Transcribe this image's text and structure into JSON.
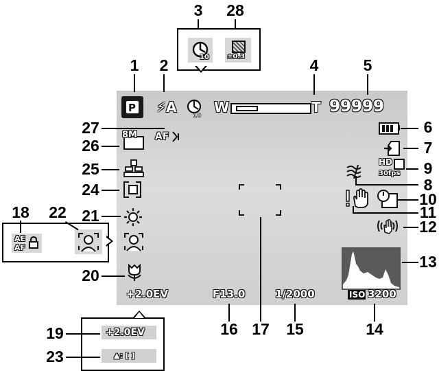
{
  "screen": {
    "mode_letter": "P",
    "flash": "⚡A",
    "self_timer": "⏲",
    "zoom_wide": "W",
    "zoom_tele": "T",
    "shots_remaining": "99999",
    "af_label": "AF",
    "resolution": "8M",
    "ev_value": "+2.0EV",
    "aperture": "F13.0",
    "shutter": "1/2000",
    "iso_label": "ISO",
    "iso_value": "3200",
    "video_hd": "HD",
    "video_fps": "30fps",
    "icons": [
      "mode-p-icon",
      "flash-auto-icon",
      "self-timer-icon",
      "zoom-bar",
      "battery-icon",
      "memory-card-icon",
      "video-resolution-icon",
      "wind-cut-icon",
      "date-imprint-icon",
      "shake-warning-icon",
      "anti-shake-icon",
      "histogram",
      "af-area-icon",
      "resolution-icon",
      "quality-icon",
      "metering-icon",
      "white-balance-icon",
      "face-detect-icon",
      "macro-icon",
      "focus-frame"
    ]
  },
  "top_callout": {
    "timer_sub": "10",
    "bracket_value": "±0.3"
  },
  "left_callout": {
    "ae": "AE",
    "af": "AF"
  },
  "bottom_callout": {
    "ev_value": "+2.0EV",
    "ev_area": "▲: [ ]"
  },
  "labels": {
    "n1": "1",
    "n2": "2",
    "n3": "3",
    "n4": "4",
    "n5": "5",
    "n6": "6",
    "n7": "7",
    "n8": "8",
    "n9": "9",
    "n10": "10",
    "n11": "11",
    "n12": "12",
    "n13": "13",
    "n14": "14",
    "n15": "15",
    "n16": "16",
    "n17": "17",
    "n18": "18",
    "n19": "19",
    "n20": "20",
    "n21": "21",
    "n22": "22",
    "n23": "23",
    "n24": "24",
    "n25": "25",
    "n26": "26",
    "n27": "27",
    "n28": "28"
  }
}
